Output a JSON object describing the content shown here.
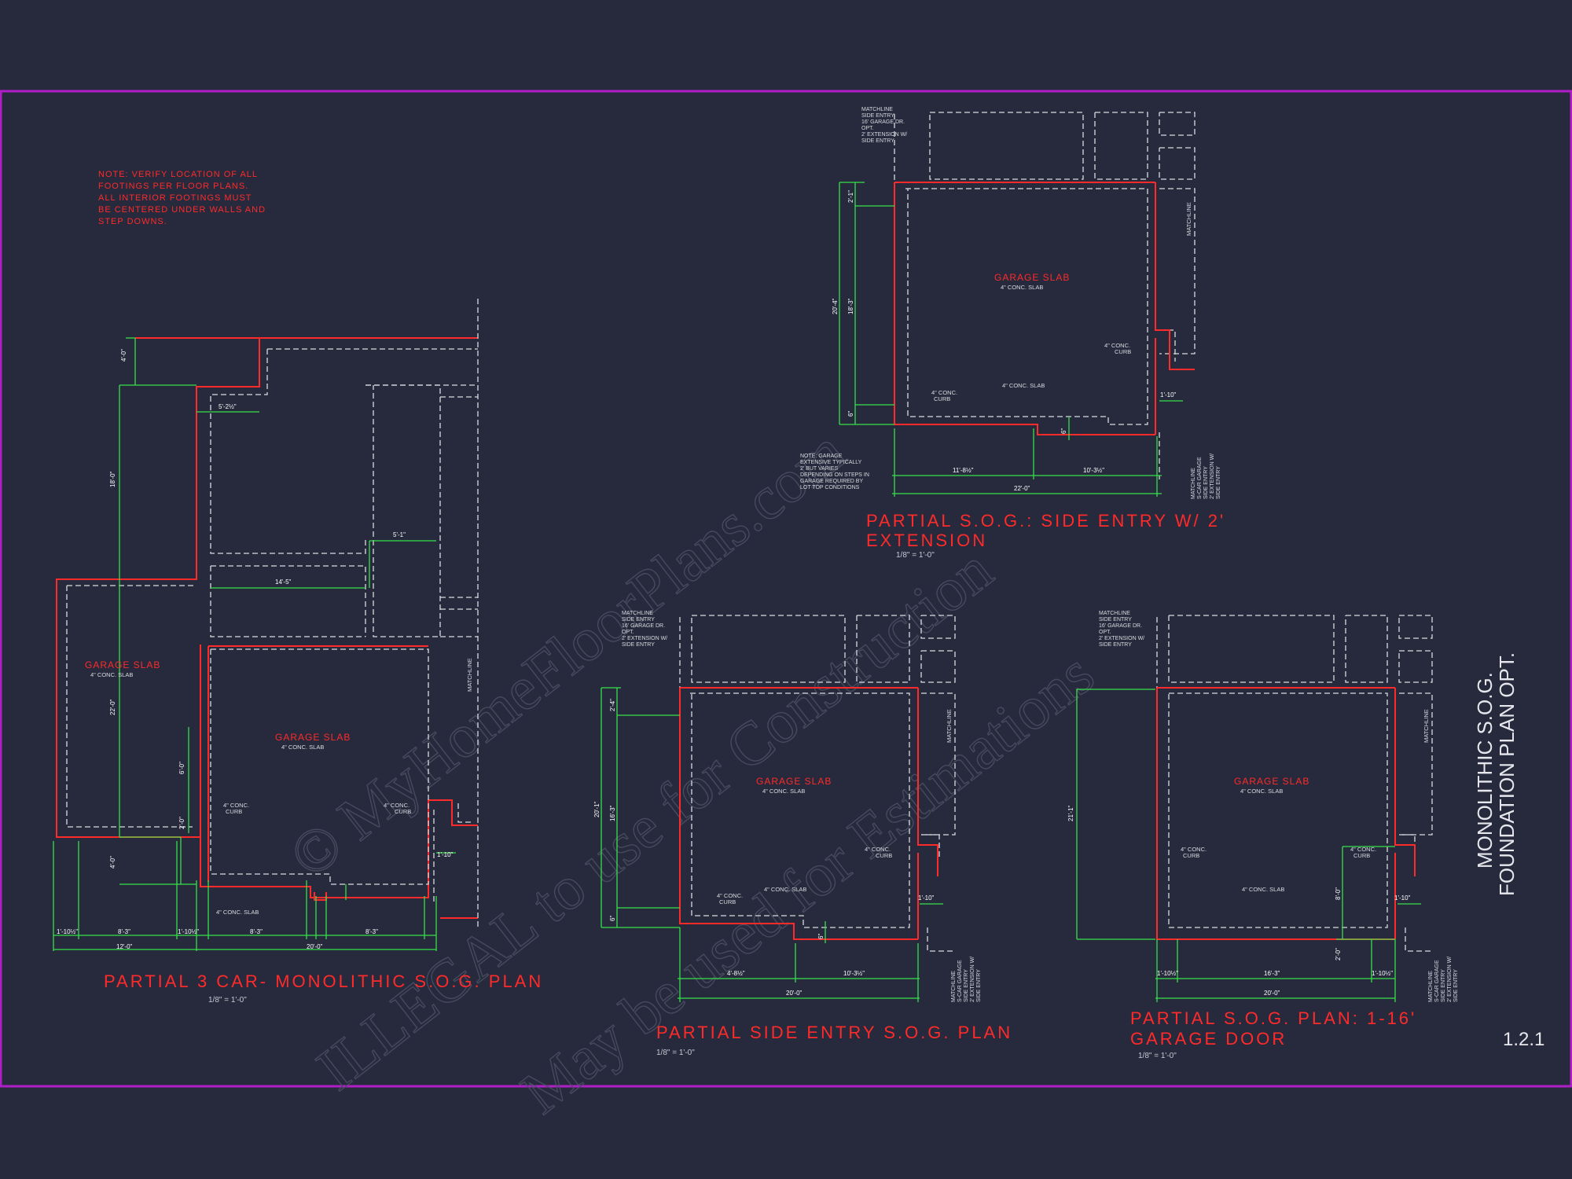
{
  "sheet": {
    "number": "1.2.1",
    "side_title_line1": "MONOLITHIC S.O.G.",
    "side_title_line2": "FOUNDATION PLAN OPT.",
    "general_note": [
      "NOTE: VERIFY LOCATION OF ALL",
      "FOOTINGS PER FLOOR PLANS.",
      "ALL INTERIOR FOOTINGS MUST",
      "BE CENTERED UNDER WALLS AND",
      "STEP DOWNS."
    ],
    "watermark": [
      "© MyHomeFloorPlans.com",
      "ILLEGAL to use for Construction",
      "May be used for Estimations"
    ],
    "colors": {
      "background": "#262a3c",
      "border": "#b01ec8",
      "walls": "#ff2a2a",
      "dimensions": "#36e04a",
      "dashed": "#d9d9df"
    }
  },
  "plans": {
    "p1": {
      "title": "PARTIAL 3 CAR- MONOLITHIC S.O.G. PLAN",
      "scale": "1/8\" = 1'-0\"",
      "slab_a": "GARAGE SLAB",
      "slab_a_sub": "4\" CONC. SLAB",
      "slab_b": "GARAGE SLAB",
      "slab_b_sub": "4\" CONC. SLAB",
      "slab_c_sub": "4\" CONC. SLAB",
      "curb1": "4\" CONC.",
      "curb1b": "CURB",
      "curb2": "4\" CONC.",
      "curb2b": "CURB",
      "matchline": "MATCHLINE",
      "dims": {
        "d1": "4'-0\"",
        "d2": "5'-2½\"",
        "d3": "18'-0\"",
        "d4": "14'-5\"",
        "d5": "5'-1\"",
        "d6": "22'-0\"",
        "d7": "6'-0\"",
        "d8": "2'-0\"",
        "d9": "4'-0\"",
        "d10": "1'-10\"",
        "d11": "1'-10½\"",
        "d12": "8'-3\"",
        "d13": "1'-10½\"",
        "d14": "8'-3\"",
        "d15": "8'-3\"",
        "d16": "12'-0\"",
        "d17": "20'-0\""
      }
    },
    "p2": {
      "title_line1": "PARTIAL S.O.G.: SIDE ENTRY W/ 2'",
      "title_line2": "EXTENSION",
      "scale": "1/8\" = 1'-0\"",
      "slab": "GARAGE SLAB",
      "slab_sub": "4\" CONC. SLAB",
      "slab_sub2": "4\" CONC. SLAB",
      "curb1": "4\" CONC.",
      "curb1b": "CURB",
      "curb2": "4\" CONC.",
      "curb2b": "CURB",
      "matchline_note": [
        "MATCHLINE",
        "SIDE ENTRY",
        "16' GARAGE DR.",
        "OPT.",
        "2' EXTENSION W/",
        "SIDE ENTRY"
      ],
      "matchline": "MATCHLINE",
      "matchline_note_b": [
        "MATCHLINE",
        "S-CAR GARAGE",
        "SIDE ENTRY",
        "2' EXTENSION W/",
        "SIDE ENTRY"
      ],
      "side_note": [
        "NOTE: GARAGE",
        "EXTENSIVE TYPICALLY",
        "2' BUT VARIES",
        "DEPENDING ON STEPS IN",
        "GARAGE REQUIRED BY",
        "LOT TOP CONDITIONS"
      ],
      "dims": {
        "d1": "2'-1\"",
        "d2": "20'-4\"",
        "d3": "18'-3\"",
        "d4": "6\"",
        "d5": "11'-8½\"",
        "d6": "10'-3½\"",
        "d7": "22'-0\"",
        "d8": "1'-10\"",
        "d9": "6\""
      }
    },
    "p3": {
      "title": "PARTIAL SIDE ENTRY S.O.G. PLAN",
      "scale": "1/8\" = 1'-0\"",
      "slab": "GARAGE SLAB",
      "slab_sub": "4\" CONC. SLAB",
      "slab_sub2": "4\" CONC. SLAB",
      "curb1": "4\" CONC.",
      "curb1b": "CURB",
      "curb2": "4\" CONC.",
      "curb2b": "CURB",
      "matchline_note": [
        "MATCHLINE",
        "SIDE ENTRY",
        "16' GARAGE DR.",
        "OPT.",
        "2' EXTENSION W/",
        "SIDE ENTRY"
      ],
      "matchline": "MATCHLINE",
      "matchline_note_b": [
        "MATCHLINE",
        "S-CAR GARAGE",
        "SIDE ENTRY",
        "2' EXTENSION W/",
        "SIDE ENTRY"
      ],
      "dims": {
        "d1": "2'-4\"",
        "d2": "20'-1\"",
        "d3": "16'-3\"",
        "d4": "6\"",
        "d5": "4'-8½\"",
        "d6": "10'-3½\"",
        "d7": "20'-0\"",
        "d8": "1'-10\"",
        "d9": "6\""
      }
    },
    "p4": {
      "title_line1": "PARTIAL S.O.G. PLAN: 1-16'",
      "title_line2": "GARAGE DOOR",
      "scale": "1/8\" = 1'-0\"",
      "slab": "GARAGE SLAB",
      "slab_sub": "4\" CONC. SLAB",
      "slab_sub2": "4\" CONC. SLAB",
      "curb1": "4\" CONC.",
      "curb1b": "CURB",
      "curb2": "4\" CONC.",
      "curb2b": "CURB",
      "matchline_note": [
        "MATCHLINE",
        "SIDE ENTRY",
        "16' GARAGE DR.",
        "OPT.",
        "2' EXTENSION W/",
        "SIDE ENTRY"
      ],
      "matchline": "MATCHLINE",
      "matchline_note_b": [
        "MATCHLINE",
        "S-CAR GARAGE",
        "SIDE ENTRY",
        "2' EXTENSION W/",
        "SIDE ENTRY"
      ],
      "dims": {
        "d1": "21'-1\"",
        "d2": "8'-0\"",
        "d3": "2'-0\"",
        "d4": "1'-10\"",
        "d5": "1'-10½\"",
        "d6": "16'-3\"",
        "d7": "1'-10½\"",
        "d8": "20'-0\""
      }
    }
  }
}
